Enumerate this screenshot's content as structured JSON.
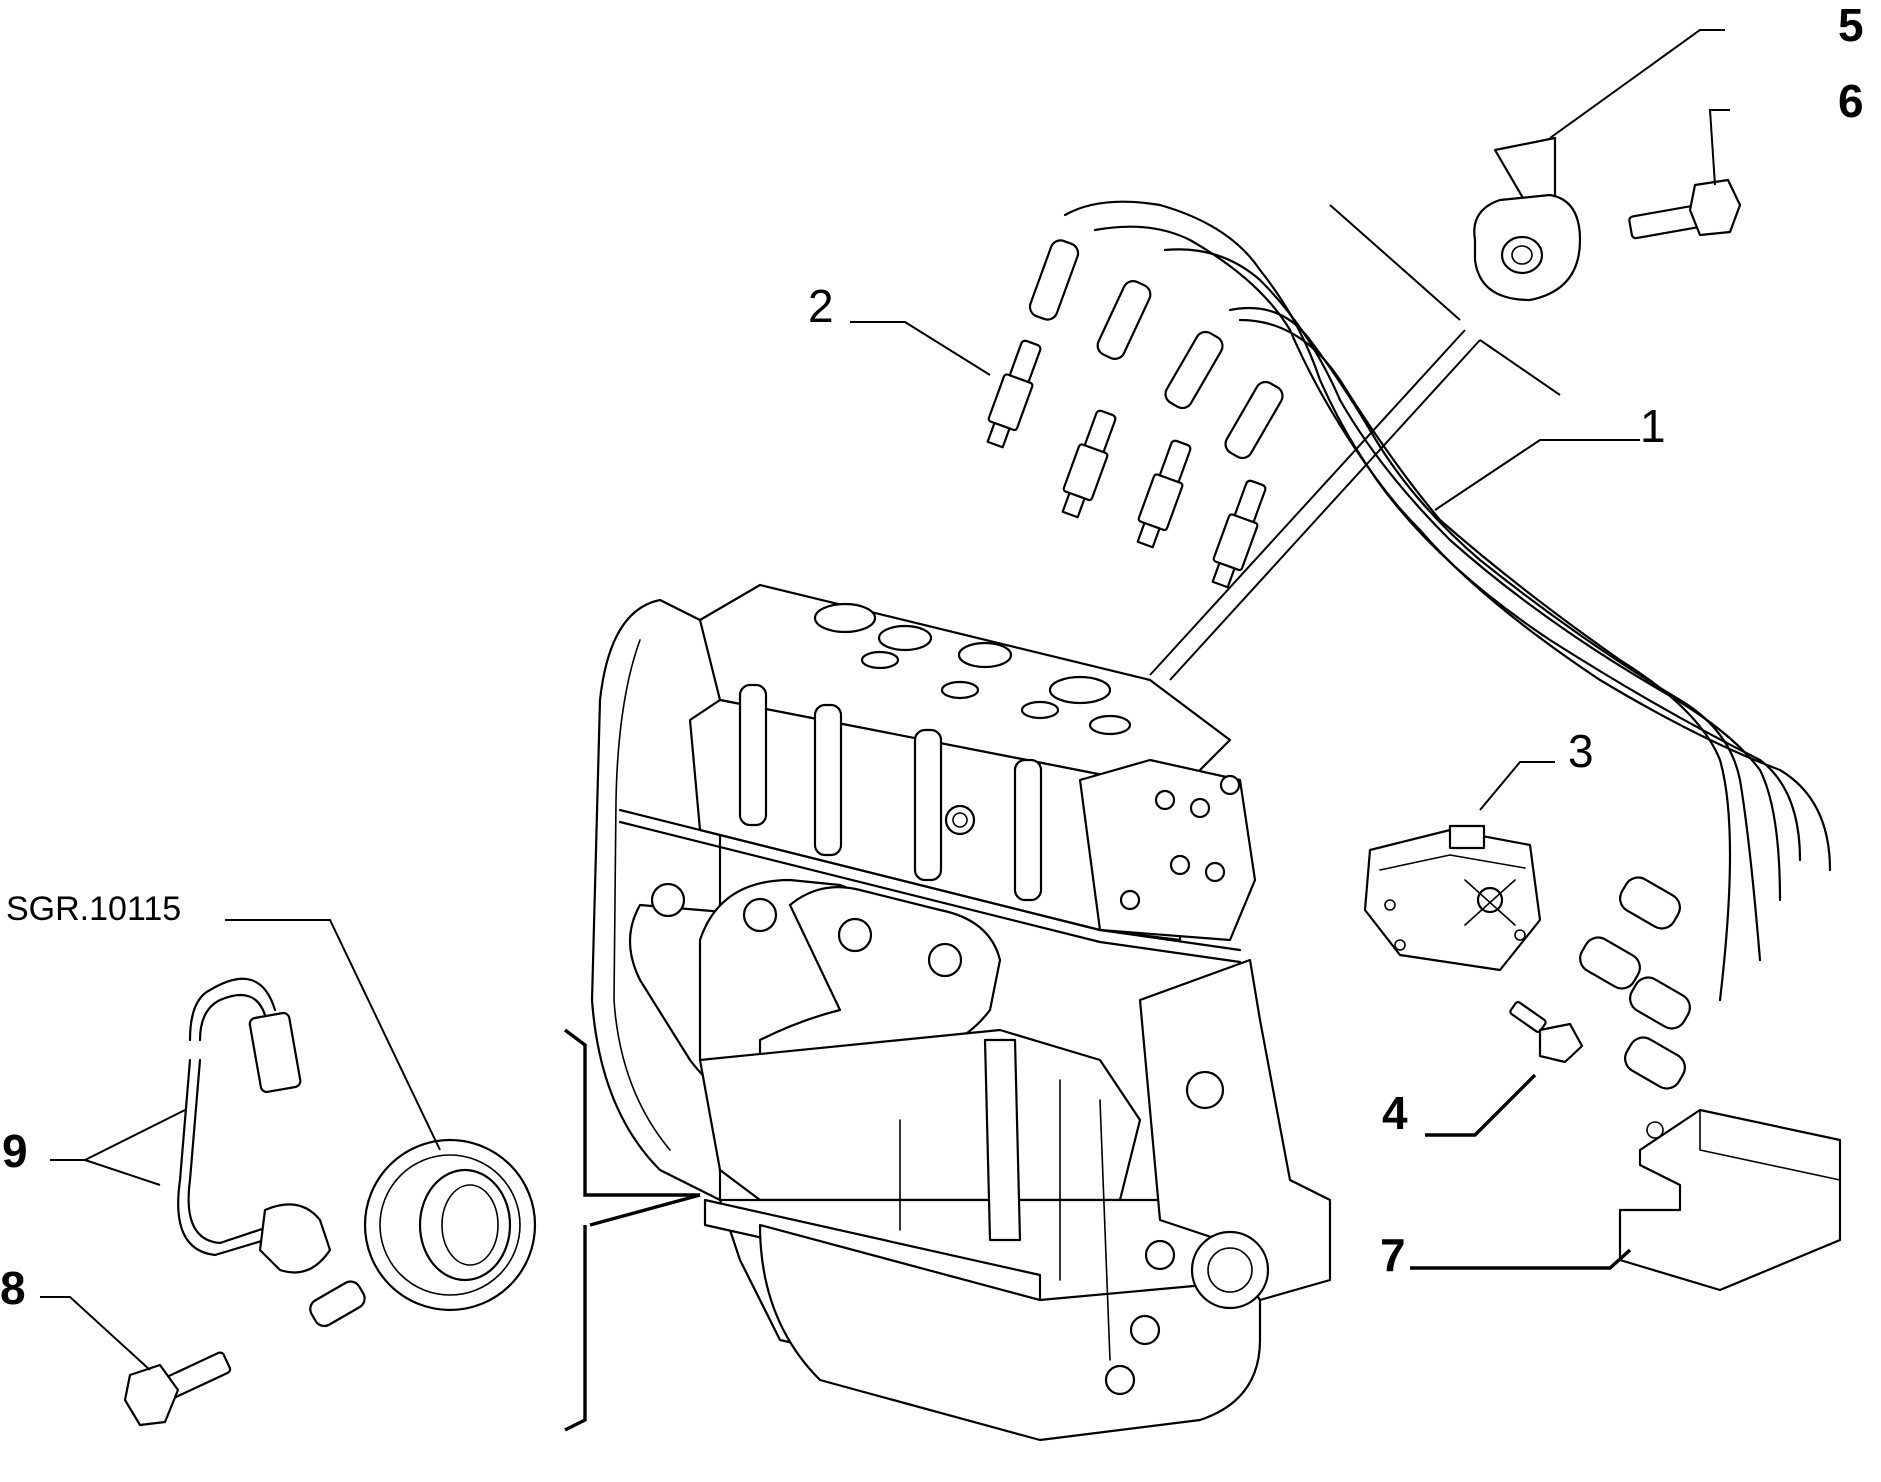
{
  "drawing_reference": "SGR.10115",
  "callouts": {
    "c1": "1",
    "c2": "2",
    "c3": "3",
    "c4": "4",
    "c5": "5",
    "c6": "6",
    "c7": "7",
    "c8": "8",
    "c9": "9"
  }
}
